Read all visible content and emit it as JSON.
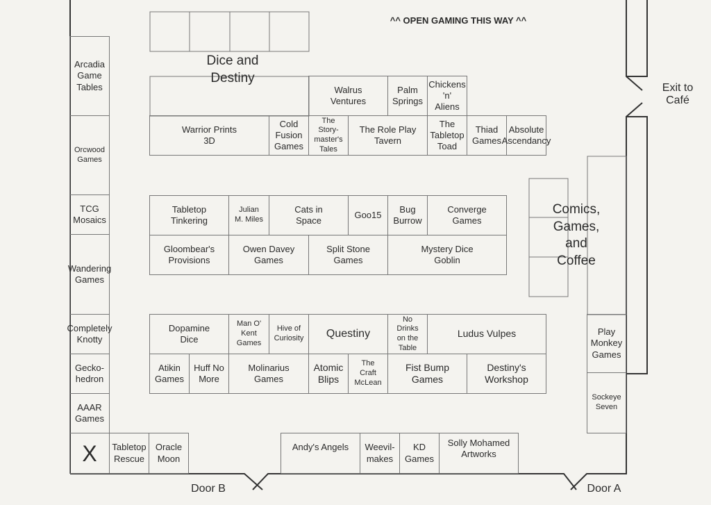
{
  "banner": "^^ OPEN GAMING THIS WAY ^^",
  "feature_labels": {
    "dice_and_destiny": "Dice and\nDestiny",
    "comics": "Comics,\nGames,\nand\nCoffee",
    "exit": "Exit to\nCafé",
    "door_a": "Door A",
    "door_b": "Door B"
  },
  "left_column": [
    "Arcadia\nGame\nTables",
    "Orcwood\nGames",
    "TCG\nMosaics",
    "Wandering\nGames",
    "Completely\nKnotty",
    "Gecko-\nhedron",
    "AAAR\nGames"
  ],
  "bottom_left": [
    "X",
    "Tabletop\nRescue",
    "Oracle\nMoon"
  ],
  "top_row1": [
    "Walrus\nVentures",
    "Palm\nSprings",
    "Chickens\n'n'\nAliens"
  ],
  "top_row2": [
    "Warrior Prints\n3D",
    "Cold\nFusion\nGames",
    "The\nStory-\nmaster's\nTales",
    "The Role Play\nTavern",
    "The\nTabletop\nToad",
    "Thiad\nGames",
    "Absolute\nAscendancy"
  ],
  "mid_row1": [
    "Tabletop\nTinkering",
    "Julian\nM. Miles",
    "Cats in\nSpace",
    "Goo15",
    "Bug\nBurrow",
    "Converge\nGames"
  ],
  "mid_row2": [
    "Gloombear's\nProvisions",
    "Owen Davey\nGames",
    "Split Stone\nGames",
    "Mystery Dice\nGoblin"
  ],
  "low_row1": [
    "Dopamine\nDice",
    "Man O'\nKent\nGames",
    "Hive of\nCuriosity",
    "Questiny",
    "No\nDrinks\non the\nTable",
    "Ludus Vulpes"
  ],
  "low_row2": [
    "Atikin\nGames",
    "Huff No\nMore",
    "Molinarius\nGames",
    "Atomic\nBlips",
    "The\nCraft\nMcLean",
    "Fist Bump\nGames",
    "Destiny's\nWorkshop"
  ],
  "bottom_row": [
    "Andy's Angels",
    "Weevil-\nmakes",
    "KD\nGames",
    "Solly Mohamed\nArtworks"
  ],
  "right_column": [
    "Play\nMonkey\nGames",
    "Sockeye\nSeven"
  ]
}
